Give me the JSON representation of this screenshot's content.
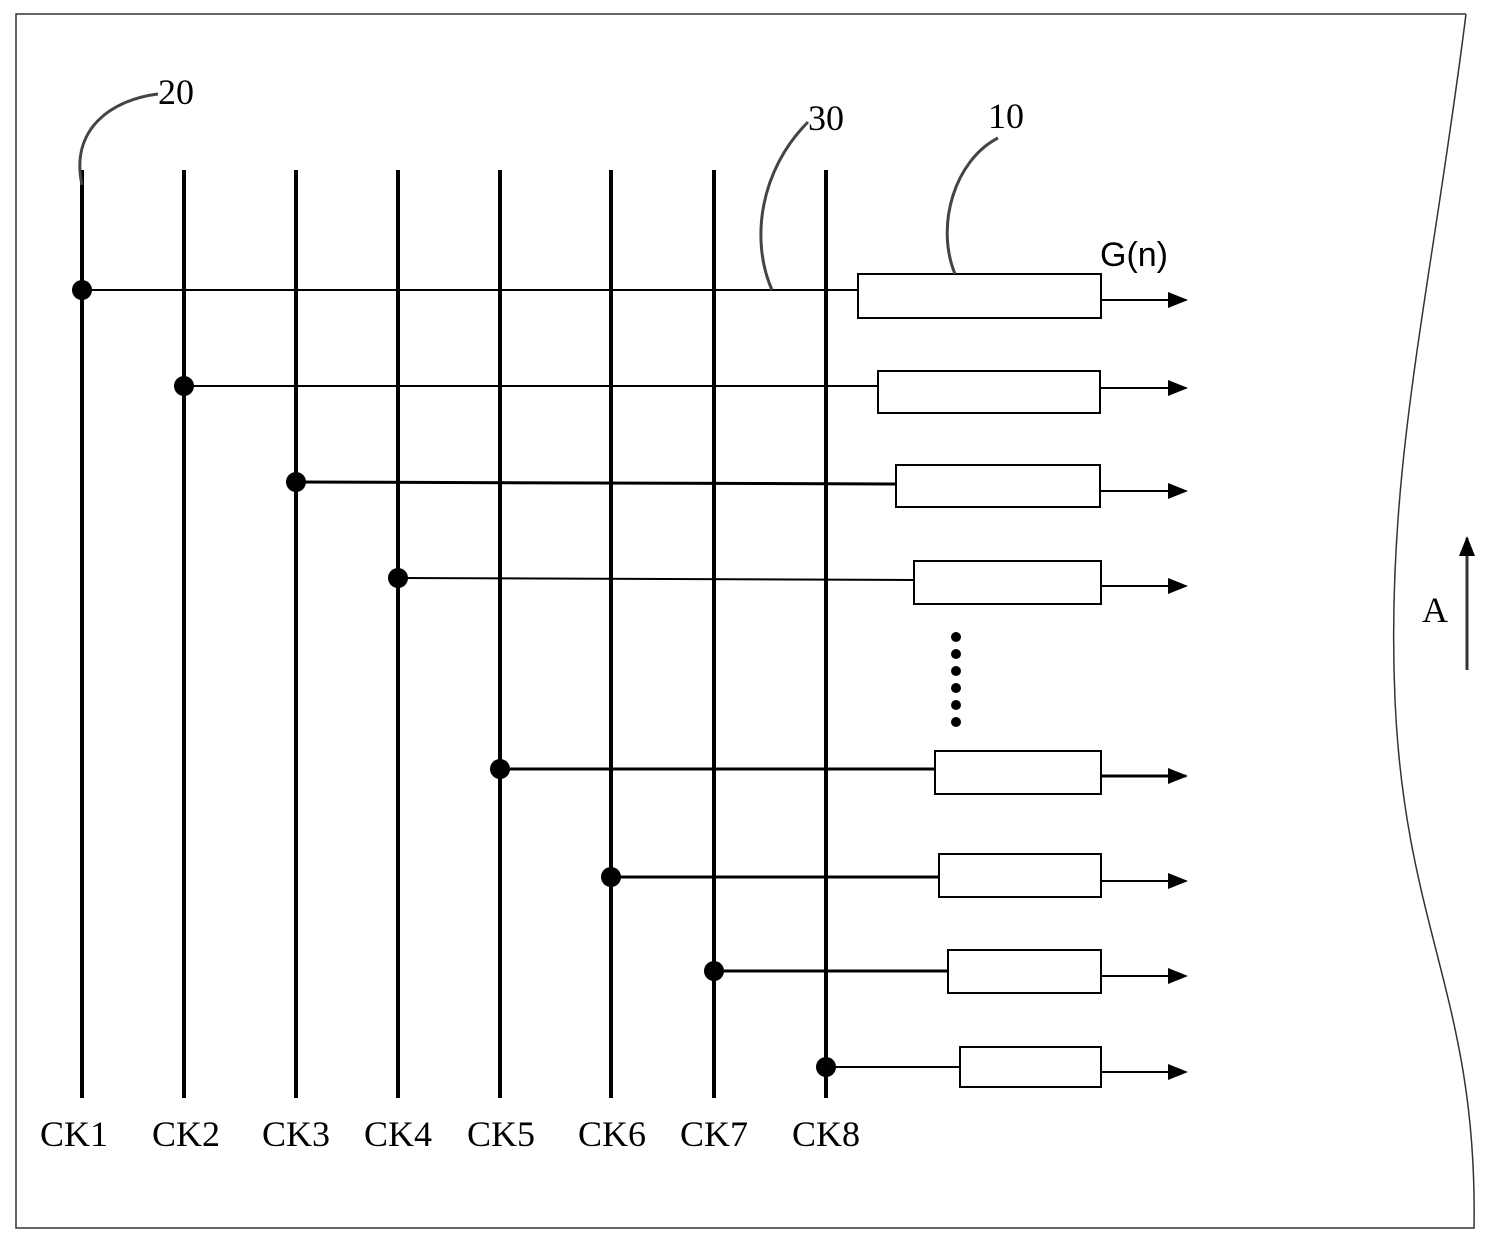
{
  "labels": {
    "ref_20": "20",
    "ref_30": "30",
    "ref_10": "10",
    "output": "G(n)",
    "direction": "A"
  },
  "clock_lines": [
    "CK1",
    "CK2",
    "CK3",
    "CK4",
    "CK5",
    "CK6",
    "CK7",
    "CK8"
  ],
  "colors": {
    "stroke": "#000000",
    "background": "#ffffff"
  }
}
